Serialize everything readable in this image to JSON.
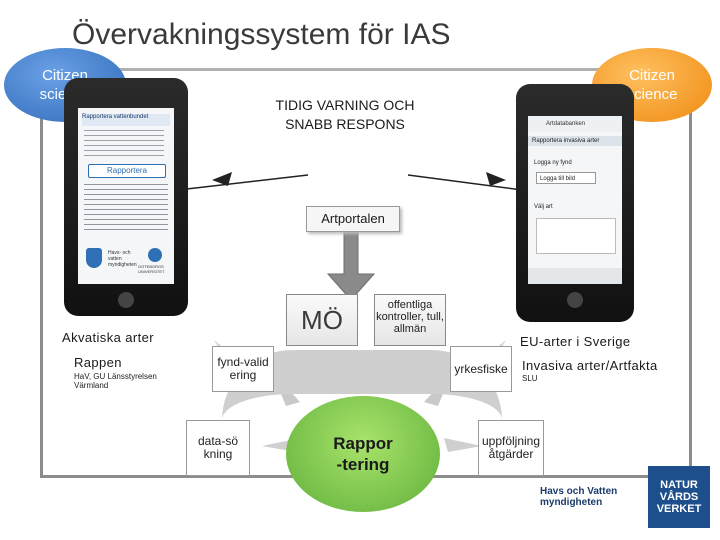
{
  "title": "Övervakningssystem för IAS",
  "citizen_left": "Citizen science",
  "citizen_right": "Citizen science",
  "warning": "TIDIG VARNING OCH SNABB RESPONS",
  "artportalen": "Artportalen",
  "mo": "MÖ",
  "offentliga": "offentliga kontroller, tull, allmän",
  "akvatiska": "Akvatiska arter",
  "rappen": "Rappen",
  "rappen_sub": "HaV, GU Länsstyrelsen Värmland",
  "eu_arter": "EU-arter i Sverige",
  "invasiva": "Invasiva arter/Artfakta",
  "invasiva_sub": "SLU",
  "fynd": "fynd-validering",
  "yrkesfiske": "yrkesfiske",
  "datasokning": "data-sökning",
  "rapportering": "Rappor-tering",
  "uppfoljning": "uppföljning åtgärder",
  "hav_logo": "Havs och Vatten myndigheten",
  "natur_logo": "NATUR VÅRDS VERKET",
  "phone_left": {
    "header": "Rapportera vattenbundet",
    "button": "Rapportera",
    "logo1": "Havs- och vatten myndigheten",
    "logo2": "GÖTEBORGS UNIVERSITET"
  },
  "phone_right": {
    "header": "Artdatabanken",
    "section": "Rapportera invasiva arter",
    "field1": "Logga ny fynd",
    "field2": "Logga till bild",
    "field3": "Välj art"
  },
  "colors": {
    "blob_blue": "#3c78c8",
    "blob_orange": "#f39a1e",
    "arrow_grey": "#7a7a7a",
    "phone_blue": "#2f6fb5"
  }
}
